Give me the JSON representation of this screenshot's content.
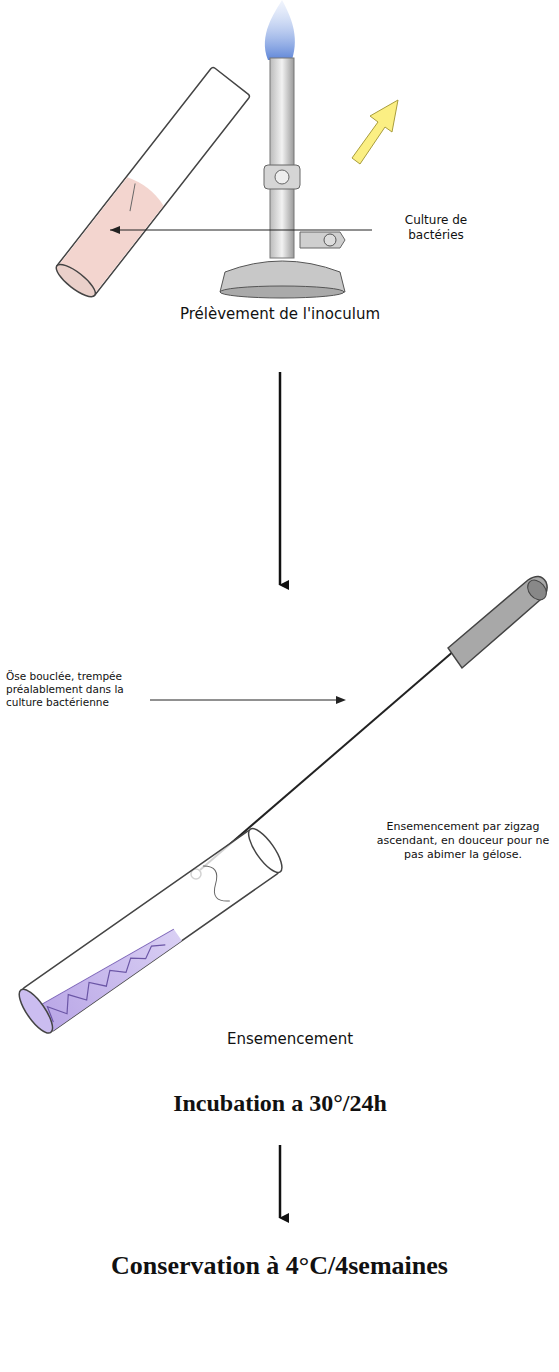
{
  "diagram": {
    "labels": [
      "Culture de bactéries",
      "Prélèvement de l'inoculum",
      "Öse bouclée, trempée préalablement dans la culture bactérienne",
      "Ensemencement par zigzag ascendant, en douceur pour ne pas abimer la gélose.",
      "Ensemencement",
      "Incubation a 30°/24h",
      "Conservation à 4°C/4semaines"
    ]
  }
}
